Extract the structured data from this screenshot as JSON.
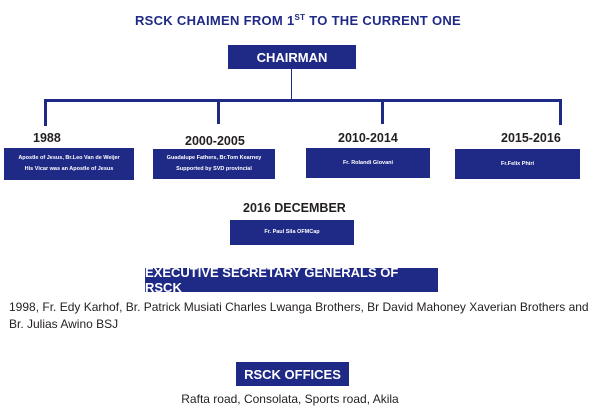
{
  "title": {
    "prefix": "RSCK CHAIMEN FROM 1",
    "sup": "ST",
    "suffix": " TO THE CURRENT ONE"
  },
  "chairman_label": "CHAIRMAN",
  "periods": [
    {
      "year": "1988",
      "lines": [
        "Apostle of Jesus, Br.Leo Van de Weijer",
        "His Vicar was an Apostle of Jesus"
      ]
    },
    {
      "year": "2000-2005",
      "lines": [
        "Guadalupe Fathers, Br.Tom Kearney",
        "Supported  by SVD provincial"
      ]
    },
    {
      "year": "2010-2014",
      "lines": [
        "Fr. Rolandi Giovani"
      ]
    },
    {
      "year": "2015-2016",
      "lines": [
        "Fr.Felix Phiri"
      ]
    }
  ],
  "current": {
    "year": "2016 DECEMBER",
    "name": "Fr. Paul Sila OFMCap"
  },
  "exec": {
    "label": "EXECUTIVE SECRETARY GENERALS OF RSCK",
    "text": "1998, Fr. Edy Karhof, Br. Patrick Musiati Charles Lwanga Brothers, Br David Mahoney Xaverian Brothers and Br. Julias Awino BSJ"
  },
  "offices": {
    "label": "RSCK OFFICES",
    "text": "Rafta road, Consolata, Sports road, Akila"
  },
  "colors": {
    "navy": "#1f2a86",
    "text": "#231f20"
  }
}
